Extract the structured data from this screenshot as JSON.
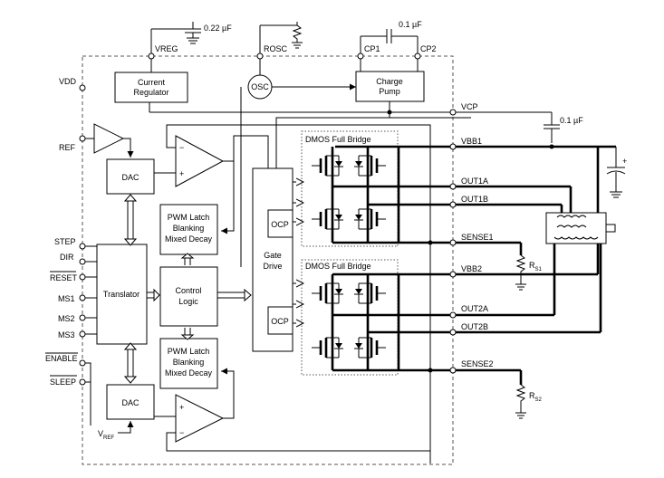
{
  "pins_left": {
    "vdd": "VDD",
    "ref": "REF",
    "step": "STEP",
    "dir": "DIR",
    "reset": "RESET",
    "ms1": "MS1",
    "ms2": "MS2",
    "ms3": "MS3",
    "enable": "ENABLE",
    "sleep": "SLEEP",
    "vref_main": "V",
    "vref_sub": "REF"
  },
  "pins_top": {
    "vreg": "VREG",
    "rosc": "ROSC",
    "cp1": "CP1",
    "cp2": "CP2",
    "cap_vreg": "0.22 µF",
    "cap_cp": "0.1 µF"
  },
  "pins_right": {
    "vcp": "VCP",
    "cap_vcp": "0.1 µF",
    "vbb1": "VBB1",
    "out1a": "OUT1A",
    "out1b": "OUT1B",
    "sense1": "SENSE1",
    "vbb2": "VBB2",
    "out2a": "OUT2A",
    "out2b": "OUT2B",
    "sense2": "SENSE2",
    "rs1_main": "R",
    "rs1_sub": "S1",
    "rs2_main": "R",
    "rs2_sub": "S2",
    "plus": "+"
  },
  "blocks": {
    "current_regulator": [
      "Current",
      "Regulator"
    ],
    "osc": "OSC",
    "charge_pump": [
      "Charge",
      "Pump"
    ],
    "dac_top": "DAC",
    "dac_bottom": "DAC",
    "pwm_top": [
      "PWM Latch",
      "Blanking",
      "Mixed Decay"
    ],
    "pwm_bottom": [
      "PWM Latch",
      "Blanking",
      "Mixed Decay"
    ],
    "control_logic": [
      "Control",
      "Logic"
    ],
    "translator": "Translator",
    "gate_drive": [
      "Gate",
      "Drive"
    ],
    "ocp_top": "OCP",
    "ocp_bottom": "OCP",
    "bridge_top": "DMOS Full Bridge",
    "bridge_bottom": "DMOS Full Bridge",
    "minus": "−",
    "plus": "+"
  }
}
